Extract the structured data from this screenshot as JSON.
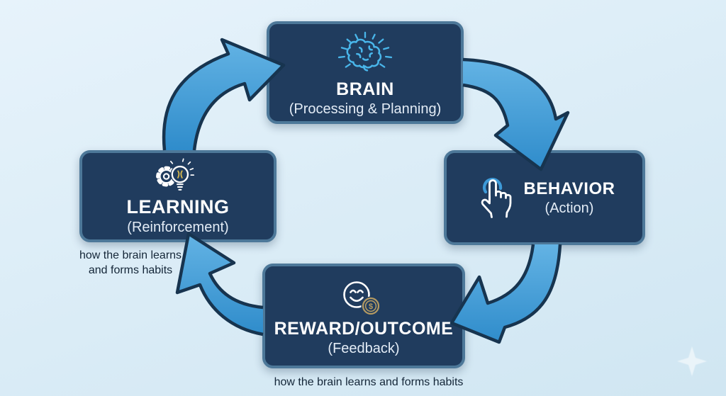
{
  "diagram": {
    "nodes": [
      {
        "id": "brain",
        "title": "BRAIN",
        "subtitle": "(Processing & Planning)",
        "icon": "brain-icon"
      },
      {
        "id": "behavior",
        "title": "BEHAVIOR",
        "subtitle": "(Action)",
        "icon": "tap-hand-icon"
      },
      {
        "id": "reward",
        "title": "REWARD/OUTCOME",
        "subtitle": "(Feedback)",
        "icon": "smiley-coin-icon"
      },
      {
        "id": "learning",
        "title": "LEARNING",
        "subtitle": "(Reinforcement)",
        "icon": "gear-lightbulb-icon"
      }
    ],
    "edges": [
      {
        "from": "brain",
        "to": "behavior"
      },
      {
        "from": "behavior",
        "to": "reward"
      },
      {
        "from": "reward",
        "to": "learning"
      },
      {
        "from": "learning",
        "to": "brain"
      }
    ],
    "captions": {
      "learning_note_line1": "how the brain learns",
      "learning_note_line2": "and forms habits",
      "bottom_note": "how the brain learns and forms habits"
    },
    "icon_text": {
      "coin_symbol": "$"
    },
    "colors": {
      "background": "#d9ebf5",
      "node_fill": "#203c5e",
      "node_border": "#4d7899",
      "arrow_fill": "#3d9ad8",
      "arrow_outline": "#17344f",
      "title_text": "#ffffff",
      "caption_text": "#142638",
      "brain_icon": "#49b6ea",
      "coin": "#b49a62",
      "bulb_filament": "#d4b64e",
      "tap_ring": "#3d9ad8"
    }
  }
}
